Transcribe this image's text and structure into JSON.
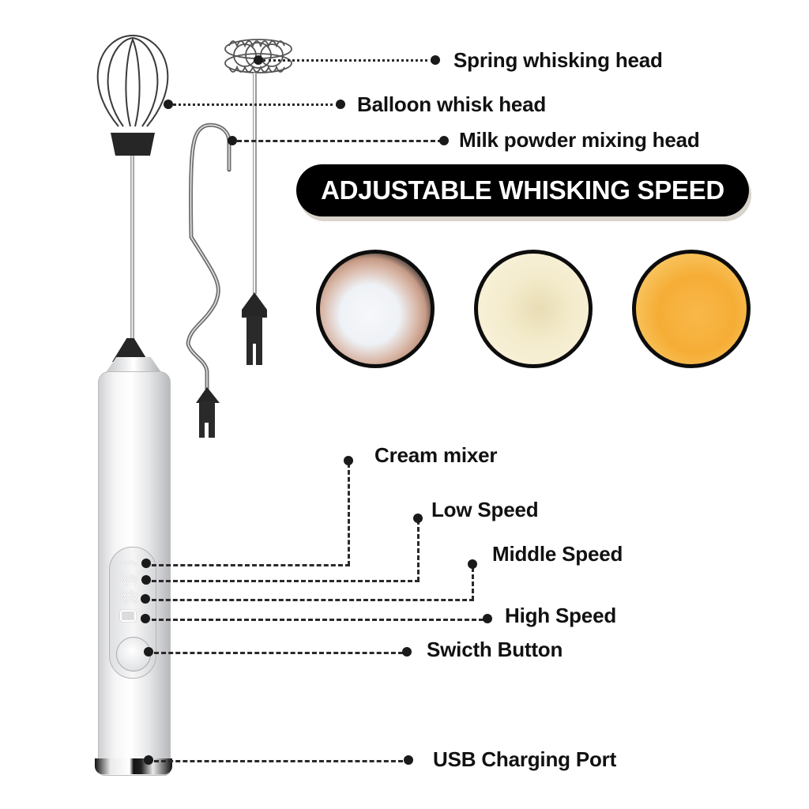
{
  "banner": {
    "text": "ADJUSTABLE WHISKING SPEED",
    "background": "#000000",
    "text_color": "#ffffff"
  },
  "attachments": {
    "spring": {
      "label": "Spring whisking head",
      "icon": "spring-whisk-icon"
    },
    "balloon": {
      "label": "Balloon whisk head",
      "icon": "balloon-whisk-icon"
    },
    "milk_powder": {
      "label": "Milk powder mixing head",
      "icon": "mixing-hook-icon"
    }
  },
  "result_images": [
    {
      "name": "frothed-milk",
      "color": "#eef1f5"
    },
    {
      "name": "whipped-cream",
      "color": "#f3ebcb"
    },
    {
      "name": "beaten-eggs",
      "color": "#f6ad36"
    }
  ],
  "controls": {
    "cream_mixer": {
      "label": "Cream mixer",
      "icon": "single-wave-icon"
    },
    "low_speed": {
      "label": "Low Speed",
      "icon": "double-wave-icon"
    },
    "middle_speed": {
      "label": "Middle Speed",
      "icon": "triple-wave-icon"
    },
    "high_speed": {
      "label": "High Speed",
      "icon": "power-rect-icon"
    },
    "switch": {
      "label": "Swicth Button"
    },
    "usb": {
      "label": "USB Charging Port"
    }
  }
}
